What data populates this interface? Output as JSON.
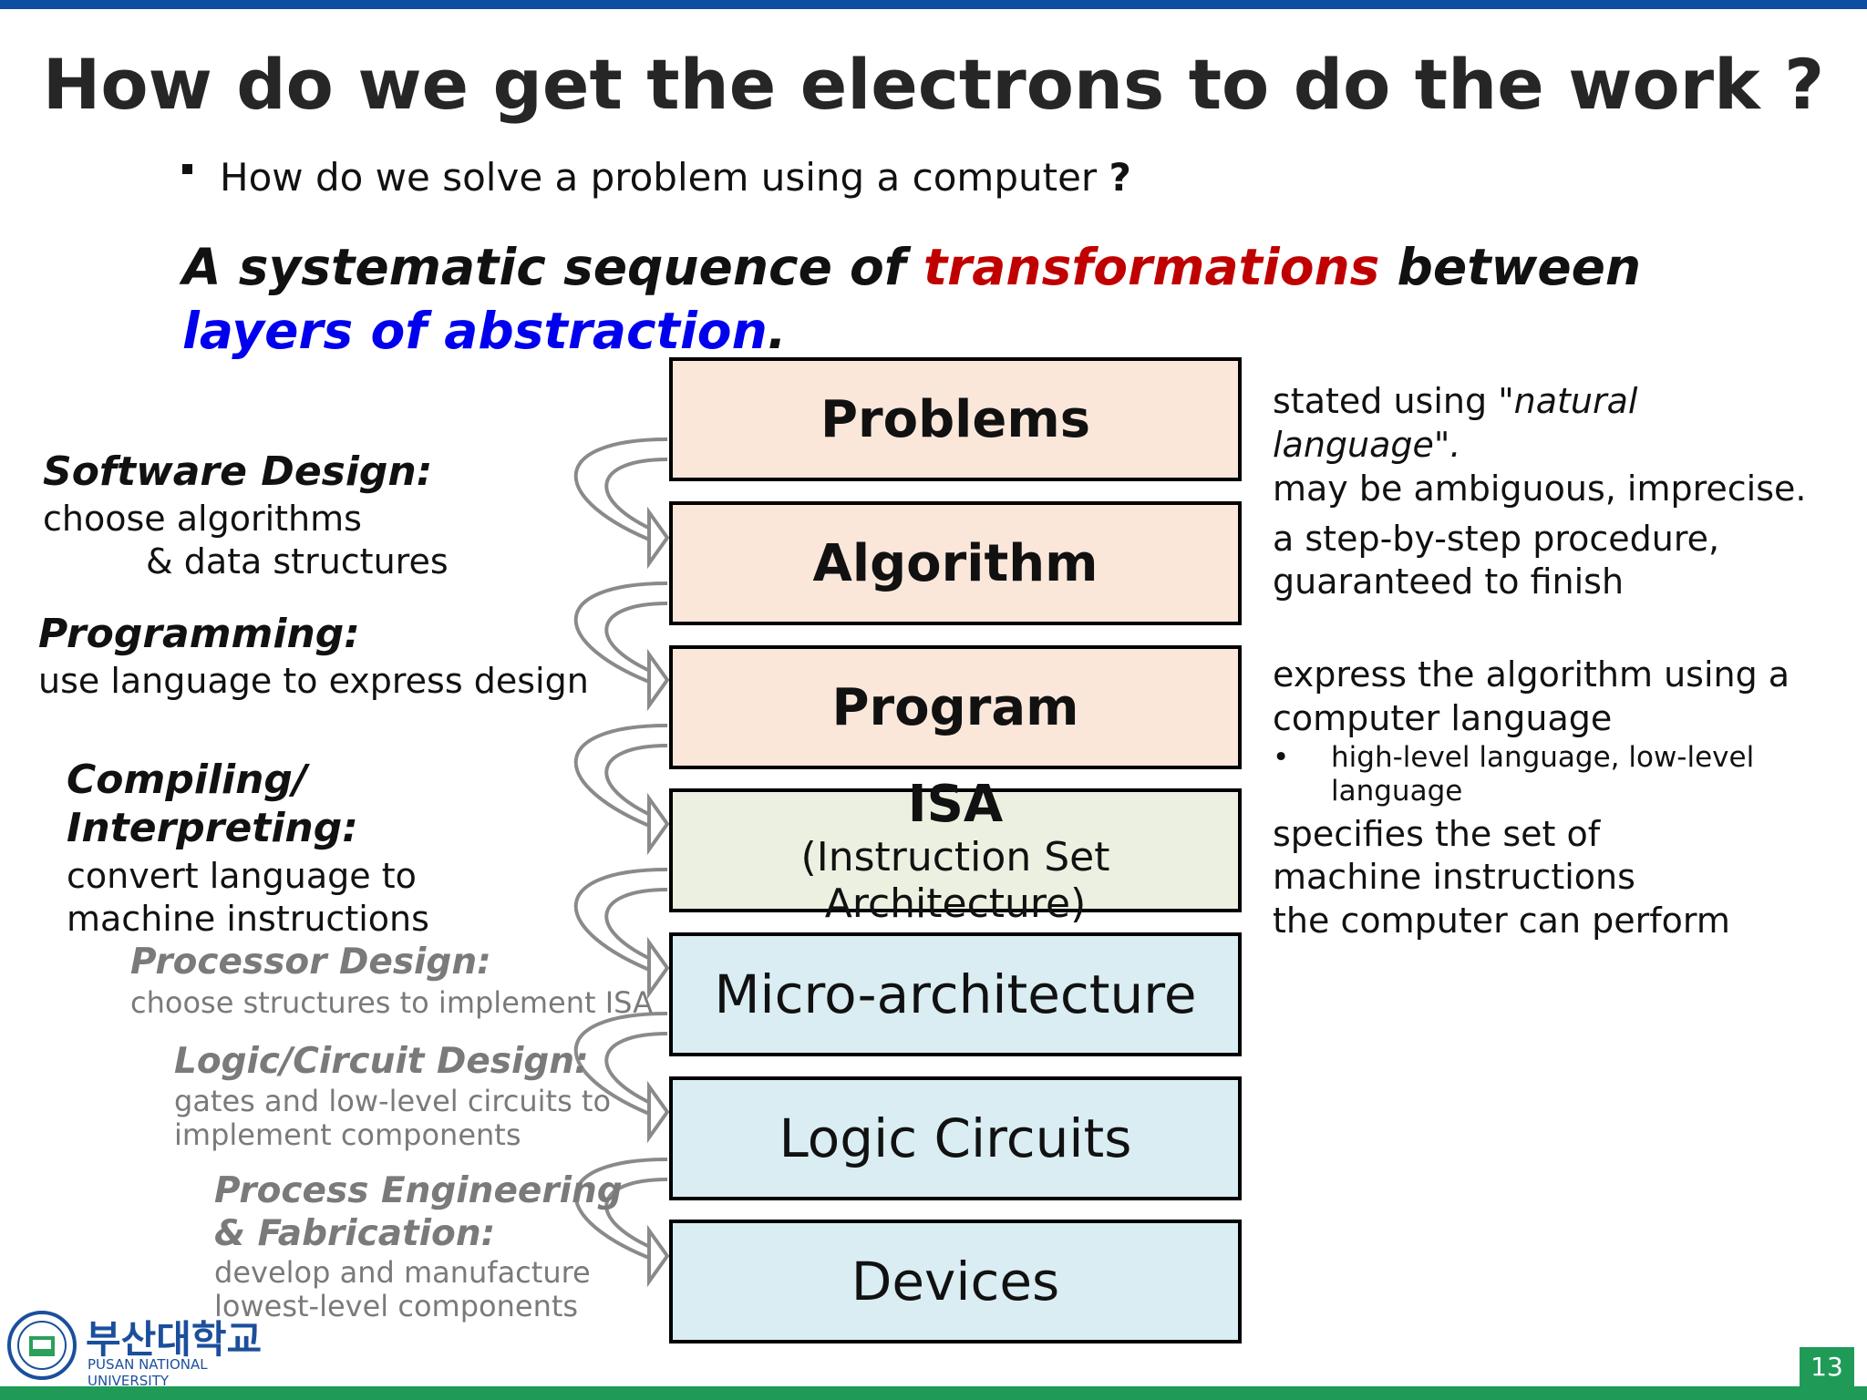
{
  "slide": {
    "title": "How do we get the electrons to do the work ?",
    "bullet": {
      "text": "How do we solve a problem using a computer ",
      "emphasis": "?"
    },
    "thesis": {
      "part1": "A systematic sequence of ",
      "part2": "transformations",
      "part3": " between ",
      "part4": "layers of abstraction",
      "part5": "."
    },
    "colors": {
      "top_bar": "#0b4ea2",
      "bottom_bar": "#1f9b57",
      "emphasis_red": "#c00000",
      "emphasis_blue": "#0000ee"
    }
  },
  "layers": {
    "problems": "Problems",
    "algorithm": "Algorithm",
    "program": "Program",
    "isa": "ISA",
    "isa_sub": "(Instruction Set Architecture)",
    "micro": "Micro-architecture",
    "logic": "Logic Circuits",
    "devices": "Devices"
  },
  "left_notes": {
    "software_title": "Software Design:",
    "software_line1": "choose algorithms",
    "software_line2": "& data structures",
    "programming_title": "Programming:",
    "programming_text": "use language to express design",
    "compiling_title1": "Compiling/",
    "compiling_title2": "Interpreting:",
    "compiling_line1": "convert language to",
    "compiling_line2": "machine instructions",
    "processor_title": "Processor Design:",
    "processor_text": "choose structures to implement ISA",
    "logic_title": "Logic/Circuit Design:",
    "logic_line1": "gates  and low-level circuits to",
    "logic_line2": "implement components",
    "process_title1": "Process Engineering",
    "process_title2": "& Fabrication:",
    "process_line1": "develop and manufacture",
    "process_line2": "lowest-level components"
  },
  "right_notes": {
    "problems_a": "stated using ",
    "problems_b": "\"natural",
    "problems_c": "language\".",
    "problems_d": "may be ambiguous, imprecise.",
    "algorithm_a": "a step-by-step procedure,",
    "algorithm_b": "guaranteed to finish",
    "program_a": "express the algorithm using a",
    "program_b": "computer language",
    "program_bullet_a": "high-level language, low-level",
    "program_bullet_b": "language",
    "isa_a": "specifies the set of",
    "isa_b": "machine instructions",
    "isa_c": "the computer can perform"
  },
  "footer": {
    "logo_korean": "부산대학교",
    "logo_english": "PUSAN NATIONAL UNIVERSITY",
    "page_number": "13"
  }
}
